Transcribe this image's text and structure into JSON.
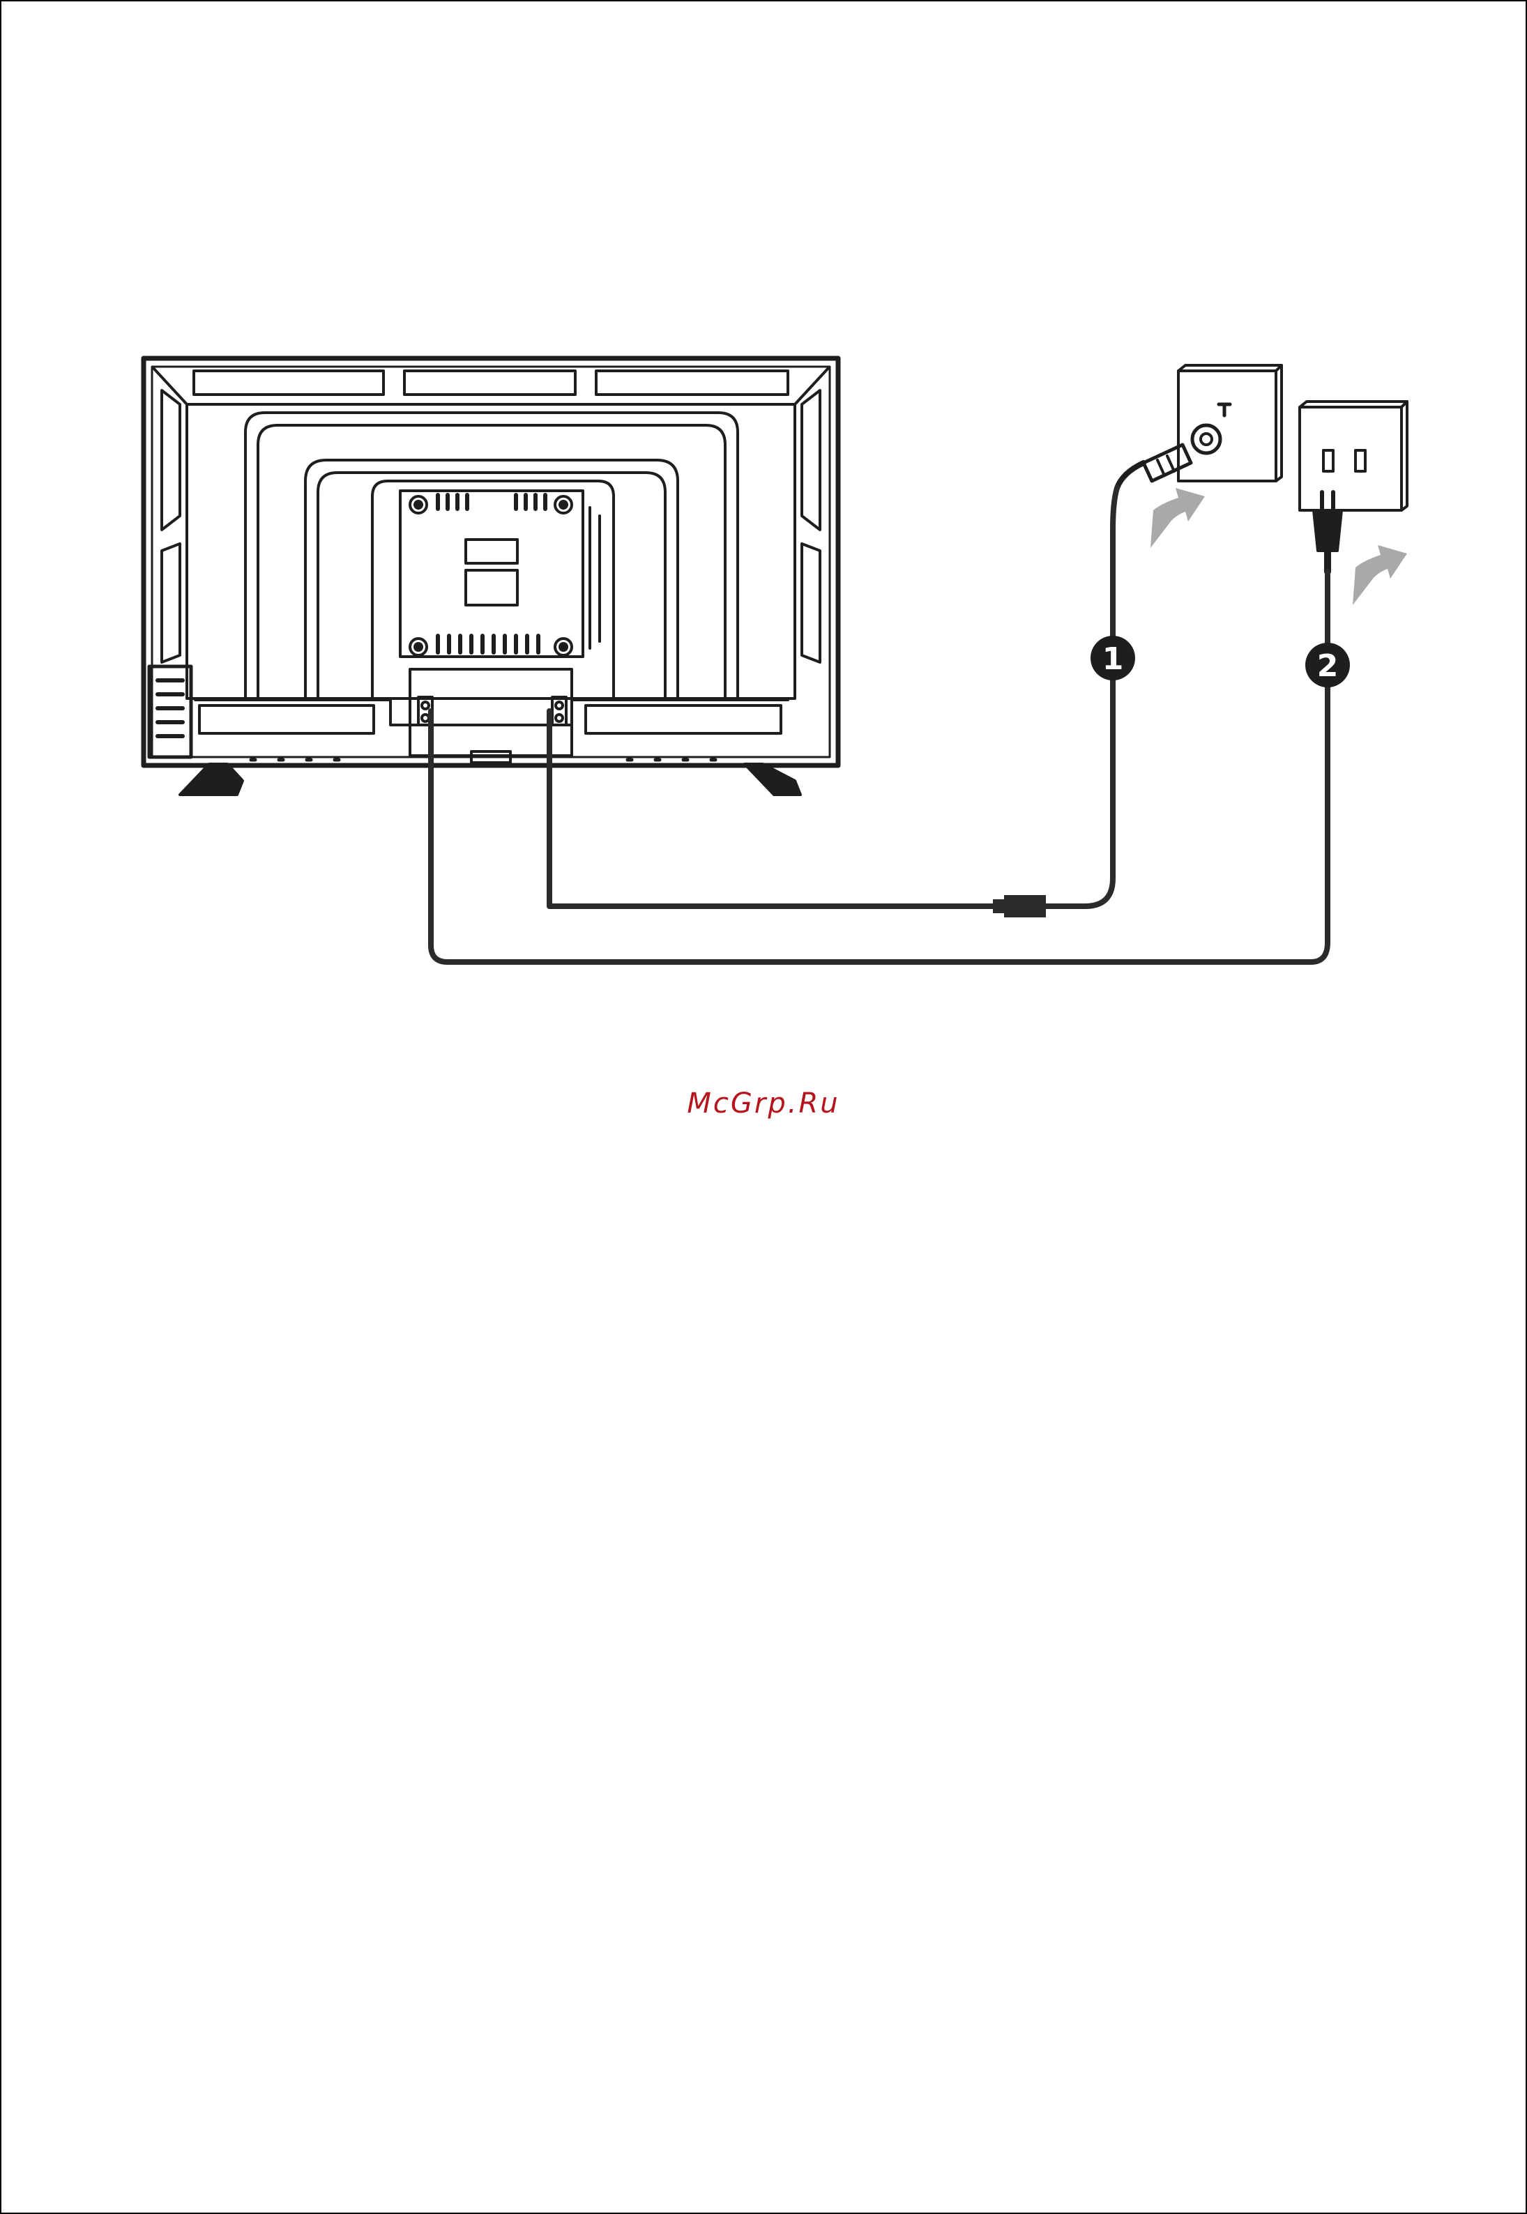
{
  "callouts": [
    {
      "number": "1",
      "target": "antenna"
    },
    {
      "number": "2",
      "target": "power"
    }
  ],
  "watermark": {
    "text": "McGrp.Ru",
    "color": "#b5141c"
  },
  "colors": {
    "line": "#1e1e1e",
    "cable": "#2b2b2b",
    "arrow": "#a9a9a9",
    "background": "#ffffff"
  },
  "icons": {
    "antenna_socket": "antenna-wall-socket-icon",
    "power_socket": "power-wall-socket-icon",
    "coax_plug": "coax-plug-icon",
    "power_plug": "power-plug-icon"
  }
}
